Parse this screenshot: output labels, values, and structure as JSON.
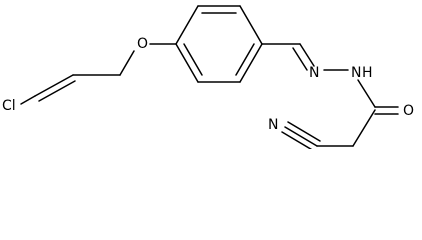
{
  "molecule": {
    "atoms": [
      {
        "id": "cl",
        "label": "Cl"
      },
      {
        "id": "o_ether",
        "label": "O"
      },
      {
        "id": "n1",
        "label": "N"
      },
      {
        "id": "n2",
        "label": "N"
      },
      {
        "id": "h_amide",
        "label": "H"
      },
      {
        "id": "o_carbonyl",
        "label": "O"
      },
      {
        "id": "n_nitrile",
        "label": "N"
      }
    ]
  }
}
